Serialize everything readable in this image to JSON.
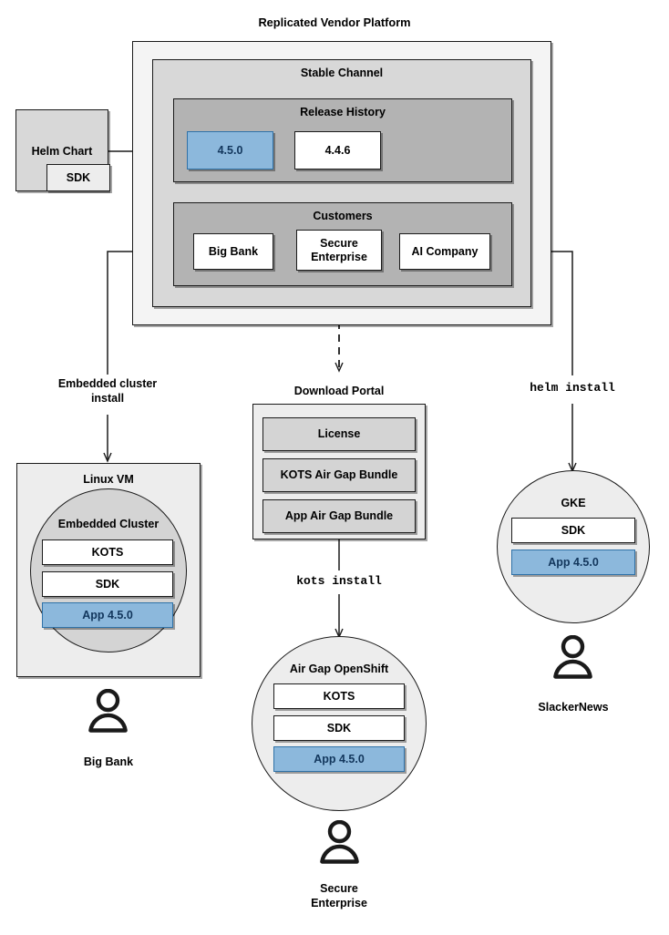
{
  "diagram": {
    "title": "Replicated Vendor Platform",
    "platform": {
      "stable_channel": {
        "label": "Stable Channel",
        "release_history": {
          "label": "Release History",
          "releases": [
            {
              "version": "4.5.0",
              "state": "current"
            },
            {
              "version": "4.4.6",
              "state": "previous"
            }
          ]
        },
        "customers": {
          "label": "Customers",
          "items": [
            {
              "name": "Big Bank"
            },
            {
              "name": "Secure\nEnterprise",
              "line1": "Secure",
              "line2": "Enterprise"
            },
            {
              "name": "AI Company"
            }
          ]
        }
      }
    },
    "helm_chart": {
      "label": "Helm Chart",
      "sdk_label": "SDK"
    },
    "edge_labels": {
      "embedded_cluster_install_line1": "Embedded cluster",
      "embedded_cluster_install_line2": "install",
      "kots_install": "kots install",
      "helm_install": "helm install"
    },
    "download_portal": {
      "label": "Download Portal",
      "artifacts": [
        {
          "name": "License"
        },
        {
          "name": "KOTS Air Gap Bundle"
        },
        {
          "name": "App Air Gap Bundle"
        }
      ]
    },
    "targets": [
      {
        "id": "linux-vm",
        "label": "Linux VM",
        "inner_label": "Embedded Cluster",
        "components": [
          {
            "name": "KOTS",
            "state": "plain"
          },
          {
            "name": "SDK",
            "state": "plain"
          },
          {
            "name": "App 4.5.0",
            "state": "highlight"
          }
        ],
        "user": "Big Bank"
      },
      {
        "id": "air-gap-openshift",
        "label": "Air Gap OpenShift",
        "components": [
          {
            "name": "KOTS",
            "state": "plain"
          },
          {
            "name": "SDK",
            "state": "plain"
          },
          {
            "name": "App 4.5.0",
            "state": "highlight"
          }
        ],
        "user_line1": "Secure",
        "user_line2": "Enterprise"
      },
      {
        "id": "gke",
        "label": "GKE",
        "components": [
          {
            "name": "SDK",
            "state": "plain"
          },
          {
            "name": "App 4.5.0",
            "state": "highlight"
          }
        ],
        "user": "SlackerNews"
      }
    ],
    "colors": {
      "highlight_fill": "#8cb8dc",
      "highlight_border": "#2f72a8",
      "highlight_text": "#12365c",
      "outer_fill": "#f4f4f4",
      "mid_fill": "#d8d8d8",
      "inner_fill": "#b3b3b3",
      "stroke": "#1a1a1a"
    }
  }
}
